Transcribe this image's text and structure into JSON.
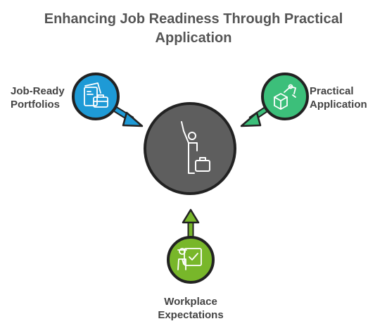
{
  "title": {
    "line1": "Enhancing Job Readiness Through Practical",
    "line2": "Application"
  },
  "nodes": {
    "portfolios": {
      "line1": "Job-Ready",
      "line2": "Portfolios",
      "color": "#1E9AD6",
      "icon": "portfolio-briefcase-icon"
    },
    "practical": {
      "line1": "Practical",
      "line2": "Application",
      "color": "#3CBF7A",
      "icon": "robot-arm-box-icon"
    },
    "workplace": {
      "line1": "Workplace",
      "line2": "Expectations",
      "color": "#78B72A",
      "icon": "person-checklist-icon"
    },
    "center": {
      "color": "#5E5E5E",
      "icon": "person-raising-hand-briefcase-icon"
    }
  }
}
